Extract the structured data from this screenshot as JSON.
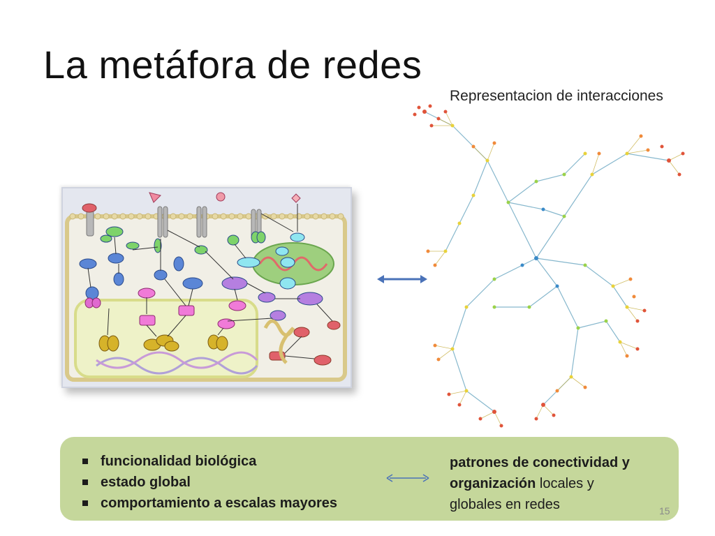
{
  "slide": {
    "title": "La metáfora de redes",
    "number": "15"
  },
  "network": {
    "caption": "Representacion de interacciones"
  },
  "summary": {
    "bullets": [
      "funcionalidad biológica",
      "estado global",
      "comportamiento a escalas mayores"
    ],
    "patterns_bold_1": "patrones de conectividad y",
    "patterns_bold_2": "organización",
    "patterns_rest_1": " locales y",
    "patterns_rest_2": "globales  en redes"
  },
  "colors": {
    "summary_box": "#c5d79b",
    "arrow_blue": "#4a72b8",
    "cell_membrane": "#d9c98a",
    "mitochondrion": "#9ecf7e"
  }
}
